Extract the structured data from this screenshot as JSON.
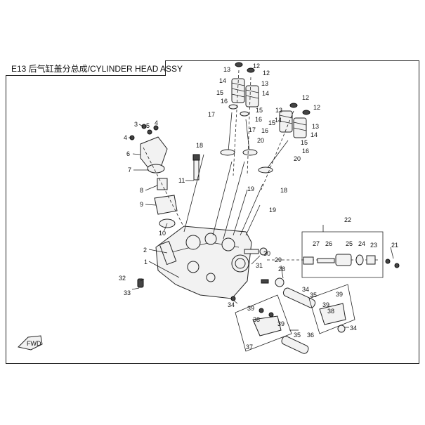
{
  "title": "E13 后气缸盖分总成/CYLINDER HEAD ASSY",
  "fwd_label": "FWD",
  "callouts": [
    "1",
    "2",
    "3",
    "4",
    "5",
    "4",
    "6",
    "7",
    "8",
    "9",
    "10",
    "11",
    "12",
    "12",
    "13",
    "13",
    "14",
    "14",
    "15",
    "15",
    "16",
    "16",
    "17",
    "17",
    "18",
    "18",
    "19",
    "19",
    "12",
    "12",
    "13",
    "13",
    "14",
    "14",
    "15",
    "15",
    "16",
    "16",
    "20",
    "20",
    "21",
    "22",
    "23",
    "24",
    "25",
    "26",
    "27",
    "28",
    "29",
    "30",
    "31",
    "32",
    "33",
    "34",
    "34",
    "34",
    "35",
    "35",
    "36",
    "37",
    "38",
    "38",
    "39",
    "39",
    "39",
    "39"
  ]
}
